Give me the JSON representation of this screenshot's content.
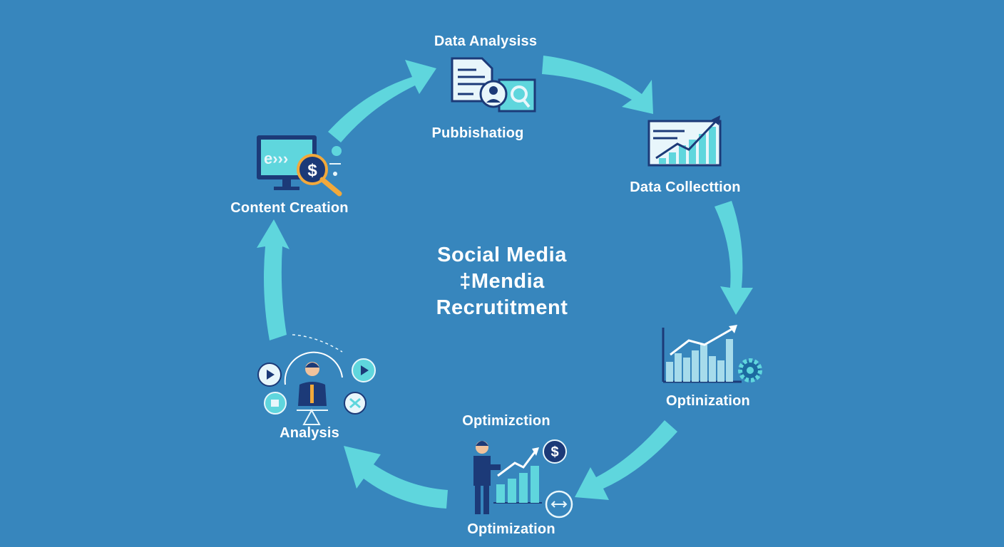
{
  "center_title": {
    "line1": "Social Media",
    "line2": "‡Mendia",
    "line3": "Recrutitment"
  },
  "stages": {
    "data_analysis": "Data Analysiss",
    "publishing": "Pubbishatiog",
    "data_collection": "Data Collecttion",
    "optimization_right": "Optinization",
    "optimization_bottom_top": "Optimizction",
    "optimization_bottom": "Optimization",
    "analysis": "Analysis",
    "content_creation": "Content Creation"
  },
  "icons": {
    "monitor_screen_text": "e›››",
    "currency_symbol": "$"
  },
  "colors": {
    "background": "#3786bd",
    "arrow": "#5fd6dd",
    "navy": "#1c3a78",
    "icon_light": "#e8f6fb",
    "gold": "#f2a93b"
  }
}
